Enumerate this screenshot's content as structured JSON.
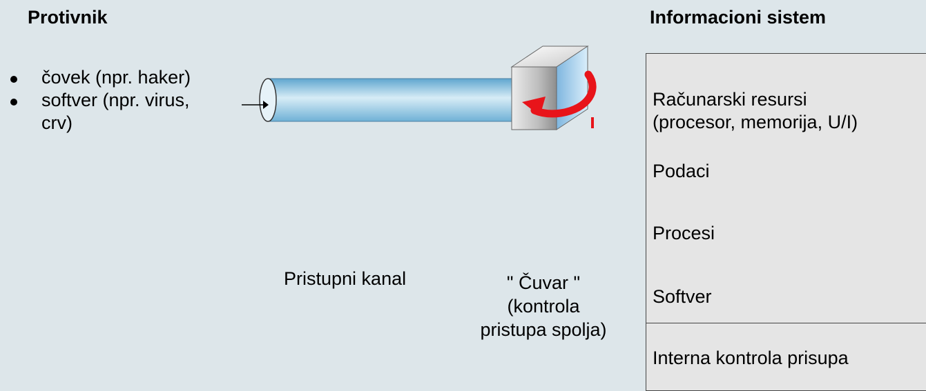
{
  "opponent": {
    "title": "Protivnik",
    "items": [
      {
        "line1": "čovek (npr. haker)",
        "line2": ""
      },
      {
        "line1": "softver  (npr. virus,",
        "line2": "crv)"
      }
    ]
  },
  "channel": {
    "label": "Pristupni kanal"
  },
  "guard": {
    "line1": "\" Čuvar \"",
    "line2": "(kontrola",
    "line3": "pristupa spolja)"
  },
  "system": {
    "title": "Informacioni sistem",
    "resources_line1": "Računarski resursi",
    "resources_line2": "(procesor, memorija, U/I)",
    "data": "Podaci",
    "processes": "Procesi",
    "software": "Softver",
    "internal_control": "Interna kontrola prisupa"
  },
  "colors": {
    "background": "#dde6ea",
    "arrow": "#e8141a",
    "pipe": "#a9d4ea",
    "server": "#a8c8e0",
    "system_box": "#e5e5e5"
  }
}
